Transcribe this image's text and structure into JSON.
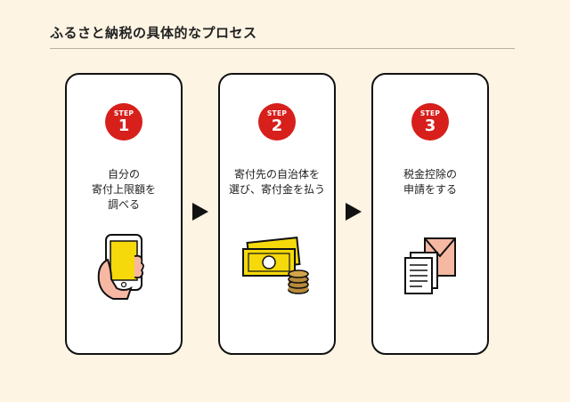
{
  "title": "ふるさと納税の具体的なプロセス",
  "steps": [
    {
      "label": "STEP",
      "number": "1",
      "text": "自分の\n寄付上限額を\n調べる",
      "icon": "smartphone-hand-icon"
    },
    {
      "label": "STEP",
      "number": "2",
      "text": "寄付先の自治体を\n選び、寄付金を払う",
      "icon": "money-coins-icon"
    },
    {
      "label": "STEP",
      "number": "3",
      "text": "税金控除の\n申請をする",
      "icon": "documents-envelope-icon"
    }
  ],
  "colors": {
    "background": "#fdf4e3",
    "accent": "#d71f1b",
    "gold": "#f5d90a",
    "envelope": "#f6b8a3"
  }
}
